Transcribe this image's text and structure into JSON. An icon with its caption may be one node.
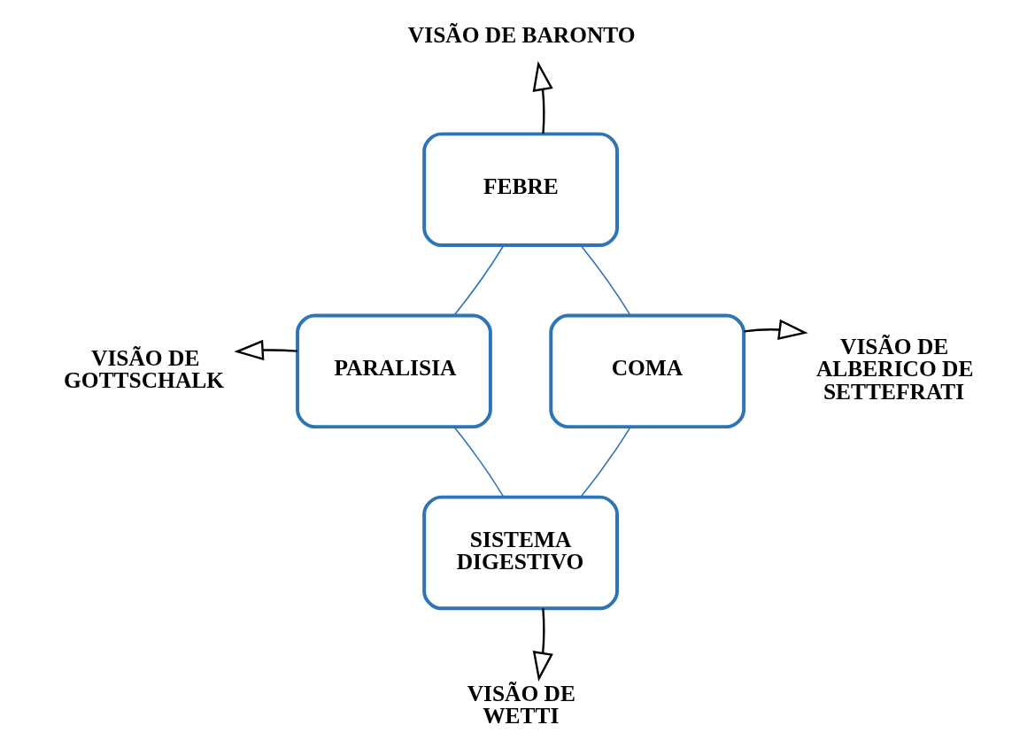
{
  "diagram": {
    "nodes": [
      {
        "text": [
          "VISÃO DE BARONTO"
        ]
      },
      {
        "text": [
          "FEBRE"
        ]
      },
      {
        "text": [
          "VISÃO DE GOTTSCHALK"
        ]
      },
      {
        "text": [
          "PARALISIA"
        ]
      },
      {
        "text": [
          "COMA"
        ]
      },
      {
        "text": [
          "VISÃO DE ALBERICO DE SETTEFRATI"
        ]
      },
      {
        "text": [
          "SISTEMA DIGESTIVO"
        ]
      },
      {
        "text": [
          "VISÃO DE WETTI"
        ]
      }
    ],
    "edges": [
      {
        "from": 1,
        "to": 4,
        "arrow": "none",
        "color": "#2e75b6"
      },
      {
        "from": 4,
        "to": 6,
        "arrow": "none",
        "color": "#2e75b6"
      },
      {
        "from": 6,
        "to": 3,
        "arrow": "none",
        "color": "#2e75b6"
      },
      {
        "from": 3,
        "to": 1,
        "arrow": "none",
        "color": "#2e75b6"
      },
      {
        "from": 1,
        "to": 0,
        "arrow": "to",
        "color": "#000000"
      },
      {
        "from": 3,
        "to": 2,
        "arrow": "to",
        "color": "#000000"
      },
      {
        "from": 4,
        "to": 5,
        "arrow": "to",
        "color": "#000000"
      },
      {
        "from": 6,
        "to": 7,
        "arrow": "to",
        "color": "#000000"
      }
    ]
  }
}
